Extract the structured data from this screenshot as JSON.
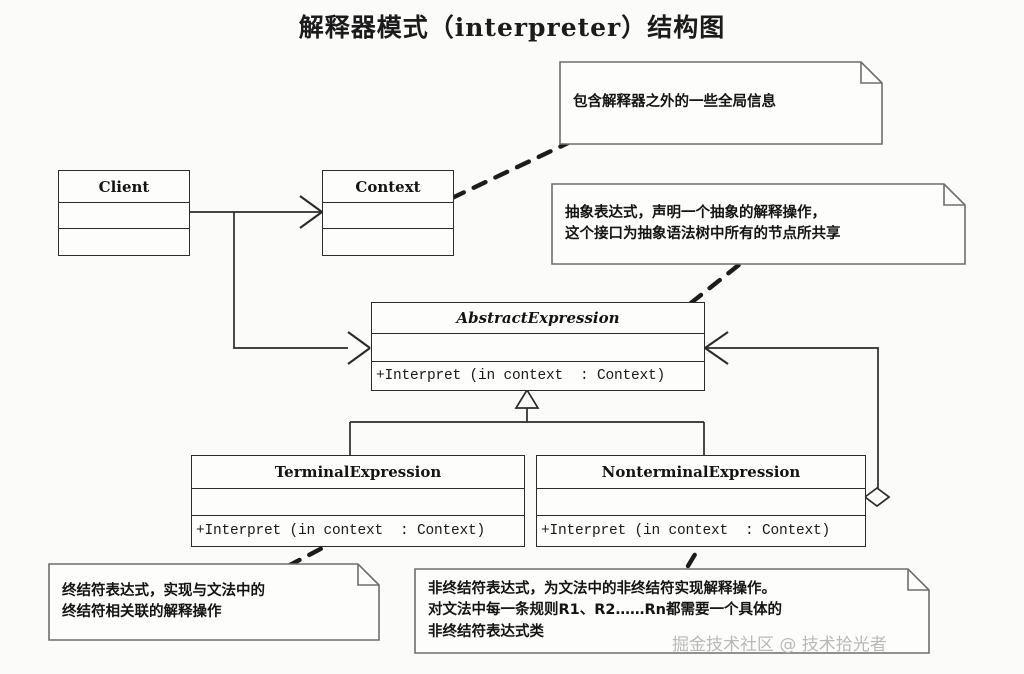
{
  "title": "解释器模式（interpreter）结构图",
  "classes": [
    {
      "key": "client",
      "name": "Client",
      "abstract": false,
      "attributes": "",
      "operations": ""
    },
    {
      "key": "context",
      "name": "Context",
      "abstract": false,
      "attributes": "",
      "operations": ""
    },
    {
      "key": "abstract_expression",
      "name": "AbstractExpression",
      "abstract": true,
      "attributes": "",
      "operations": "+Interpret (in context  : Context)"
    },
    {
      "key": "terminal_expression",
      "name": "TerminalExpression",
      "abstract": false,
      "attributes": "",
      "operations": "+Interpret (in context  : Context)"
    },
    {
      "key": "nonterminal_expression",
      "name": "NonterminalExpression",
      "abstract": false,
      "attributes": "",
      "operations": "+Interpret (in context  : Context)"
    }
  ],
  "notes": [
    {
      "key": "note_context",
      "lines": [
        "包含解释器之外的一些全局信息"
      ]
    },
    {
      "key": "note_abstract_expression",
      "lines": [
        "抽象表达式，声明一个抽象的解释操作，",
        "这个接口为抽象语法树中所有的节点所共享"
      ]
    },
    {
      "key": "note_terminal_expression",
      "lines": [
        "终结符表达式，实现与文法中的",
        "终结符相关联的解释操作"
      ]
    },
    {
      "key": "note_nonterminal_expression",
      "lines": [
        "非终结符表达式，为文法中的非终结符实现解释操作。",
        "对文法中每一条规则R1、R2……Rn都需要一个具体的",
        "非终结符表达式类"
      ]
    }
  ],
  "watermark": "掘金技术社区 @ 技术拾光者",
  "colors": {
    "background": "#fbfbf9",
    "stroke": "#2b2b2b",
    "text": "#141414",
    "watermark": "#b9b9b5"
  }
}
